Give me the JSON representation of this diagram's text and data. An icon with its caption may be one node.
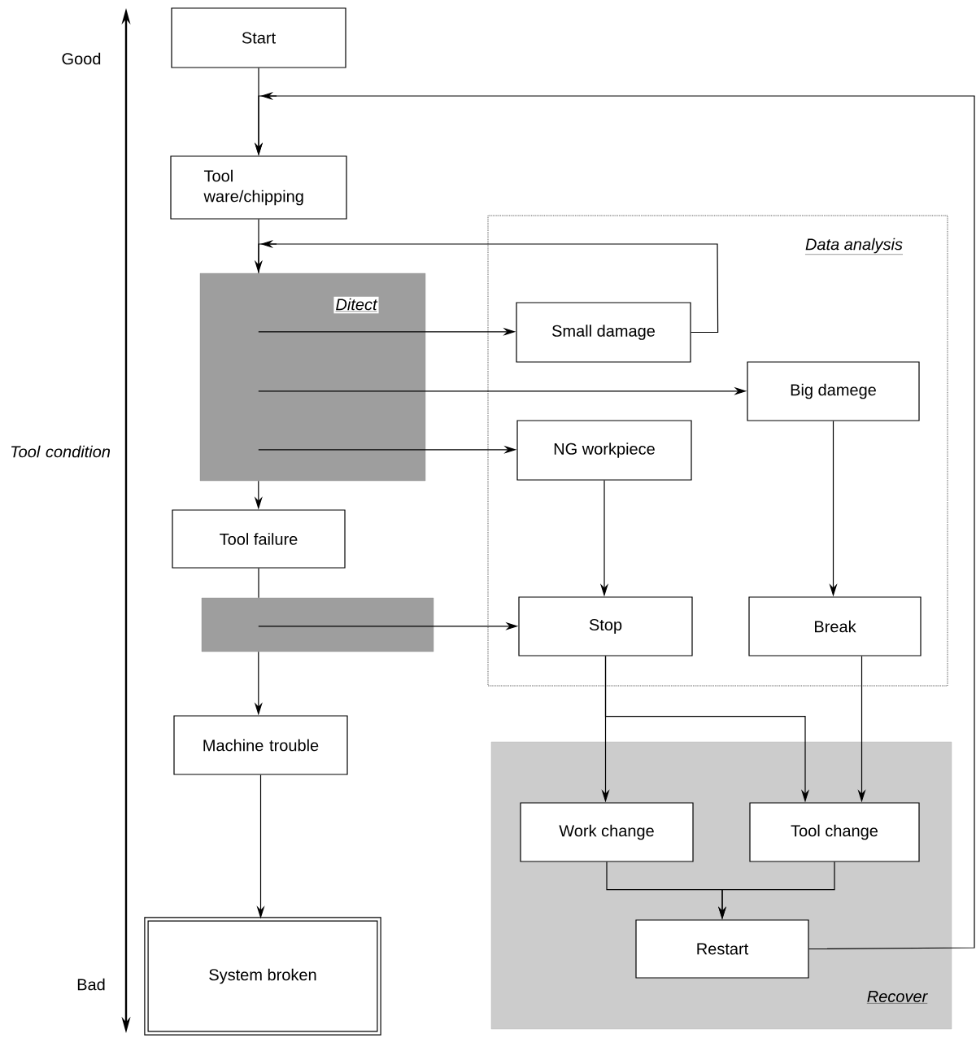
{
  "diagram": {
    "nodes": [
      {
        "text": [
          "Start"
        ]
      },
      {
        "text": [
          "Tool ware/chipping"
        ]
      },
      {
        "text": [
          "Data analysis"
        ]
      },
      {
        "text": [
          "Ditect"
        ]
      },
      {
        "text": [
          "Small damage"
        ],
        "in": 2
      },
      {
        "text": [
          "Big damege"
        ],
        "in": 2
      },
      {
        "text": [
          "NG workpiece"
        ],
        "in": 2
      },
      {
        "text": [
          "Tool failure"
        ]
      },
      {
        "text": [],
        "shape": "box"
      },
      {
        "text": [
          "Stop"
        ],
        "in": 2
      },
      {
        "text": [
          "Break"
        ],
        "in": 2
      },
      {
        "text": [
          "Machine trouble"
        ]
      },
      {
        "text": [
          "Recover"
        ]
      },
      {
        "text": [
          "Work change"
        ],
        "in": 12
      },
      {
        "text": [
          "Tool change"
        ],
        "in": 12
      },
      {
        "text": [
          "Restart"
        ],
        "in": 12
      },
      {
        "text": [
          "System broken"
        ]
      }
    ],
    "edges": [
      {
        "from": 0,
        "to": 1,
        "arrow": "to"
      },
      {
        "from": 1,
        "to": 3,
        "arrow": "none"
      },
      {
        "from": 3,
        "to": 4,
        "arrow": "to"
      },
      {
        "from": 3,
        "to": 5,
        "arrow": "to"
      },
      {
        "from": 3,
        "to": 6,
        "arrow": "to"
      },
      {
        "from": 4,
        "to": 3,
        "arrow": "to"
      },
      {
        "from": 5,
        "to": 10,
        "arrow": "to"
      },
      {
        "from": 6,
        "to": 9,
        "arrow": "to"
      },
      {
        "from": 7,
        "to": 8,
        "arrow": "none"
      },
      {
        "from": 8,
        "to": 9,
        "arrow": "to"
      },
      {
        "from": 9,
        "to": 13,
        "arrow": "to"
      },
      {
        "from": 9,
        "to": 14,
        "arrow": "to"
      },
      {
        "from": 10,
        "to": 14,
        "arrow": "to"
      },
      {
        "from": 13,
        "to": 15,
        "arrow": "to"
      },
      {
        "from": 14,
        "to": 15,
        "arrow": "to"
      },
      {
        "from": 11,
        "to": 16,
        "arrow": "to"
      },
      {
        "from": 15,
        "to": 1,
        "arrow": "to"
      },
      {
        "from": 3,
        "to": 7,
        "arrow": "to"
      },
      {
        "from": 8,
        "to": 11,
        "arrow": "to"
      }
    ],
    "labels": [
      "Good",
      "Tool condition",
      "Bad"
    ]
  }
}
